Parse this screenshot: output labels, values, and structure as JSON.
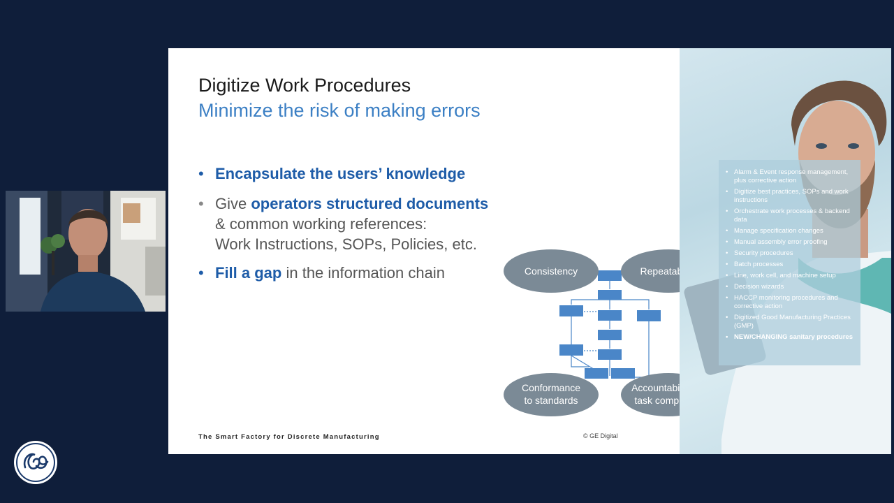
{
  "slide": {
    "title": "Digitize Work Procedures",
    "subtitle": "Minimize the risk of making errors",
    "bullets": {
      "b1": {
        "strong": "Encapsulate the users’ knowledge"
      },
      "b2": {
        "lead": "Give ",
        "strong": "operators structured documents",
        "line2": "& common working references:",
        "line3": "Work Instructions, SOPs, Policies, etc."
      },
      "b3": {
        "strong": "Fill a gap",
        "rest": " in the information chain"
      }
    },
    "diagram": {
      "consistency": "Consistency",
      "repeatability": "Repeatability",
      "conformance_line1": "Conformance",
      "conformance_line2": "to standards",
      "accountability_line1": "Accountability on",
      "accountability_line2": "task completion"
    },
    "features": [
      "Alarm & Event response management, plus corrective action",
      "Digitize best practices, SOPs and work instructions",
      "Orchestrate work processes & backend data",
      "Manage specification changes",
      "Manual assembly error proofing",
      "Security procedures",
      "Batch processes",
      "Line, work cell, and machine setup",
      "Decision wizards",
      "HACCP monitoring procedures and corrective action",
      "Digitized Good Manufacturing Practices (GMP)",
      "NEW/CHANGING sanitary procedures"
    ],
    "footer": "The Smart Factory for Discrete Manufacturing",
    "copyright": "© GE Digital"
  },
  "colors": {
    "background": "#0f1e3a",
    "accent_blue": "#1e5ca8",
    "subtitle_blue": "#3b7fc4",
    "ellipse_gray": "#7b8a96",
    "flow_box_blue": "#4a86c8"
  },
  "icons": {
    "logo": "ge-monogram-icon"
  }
}
